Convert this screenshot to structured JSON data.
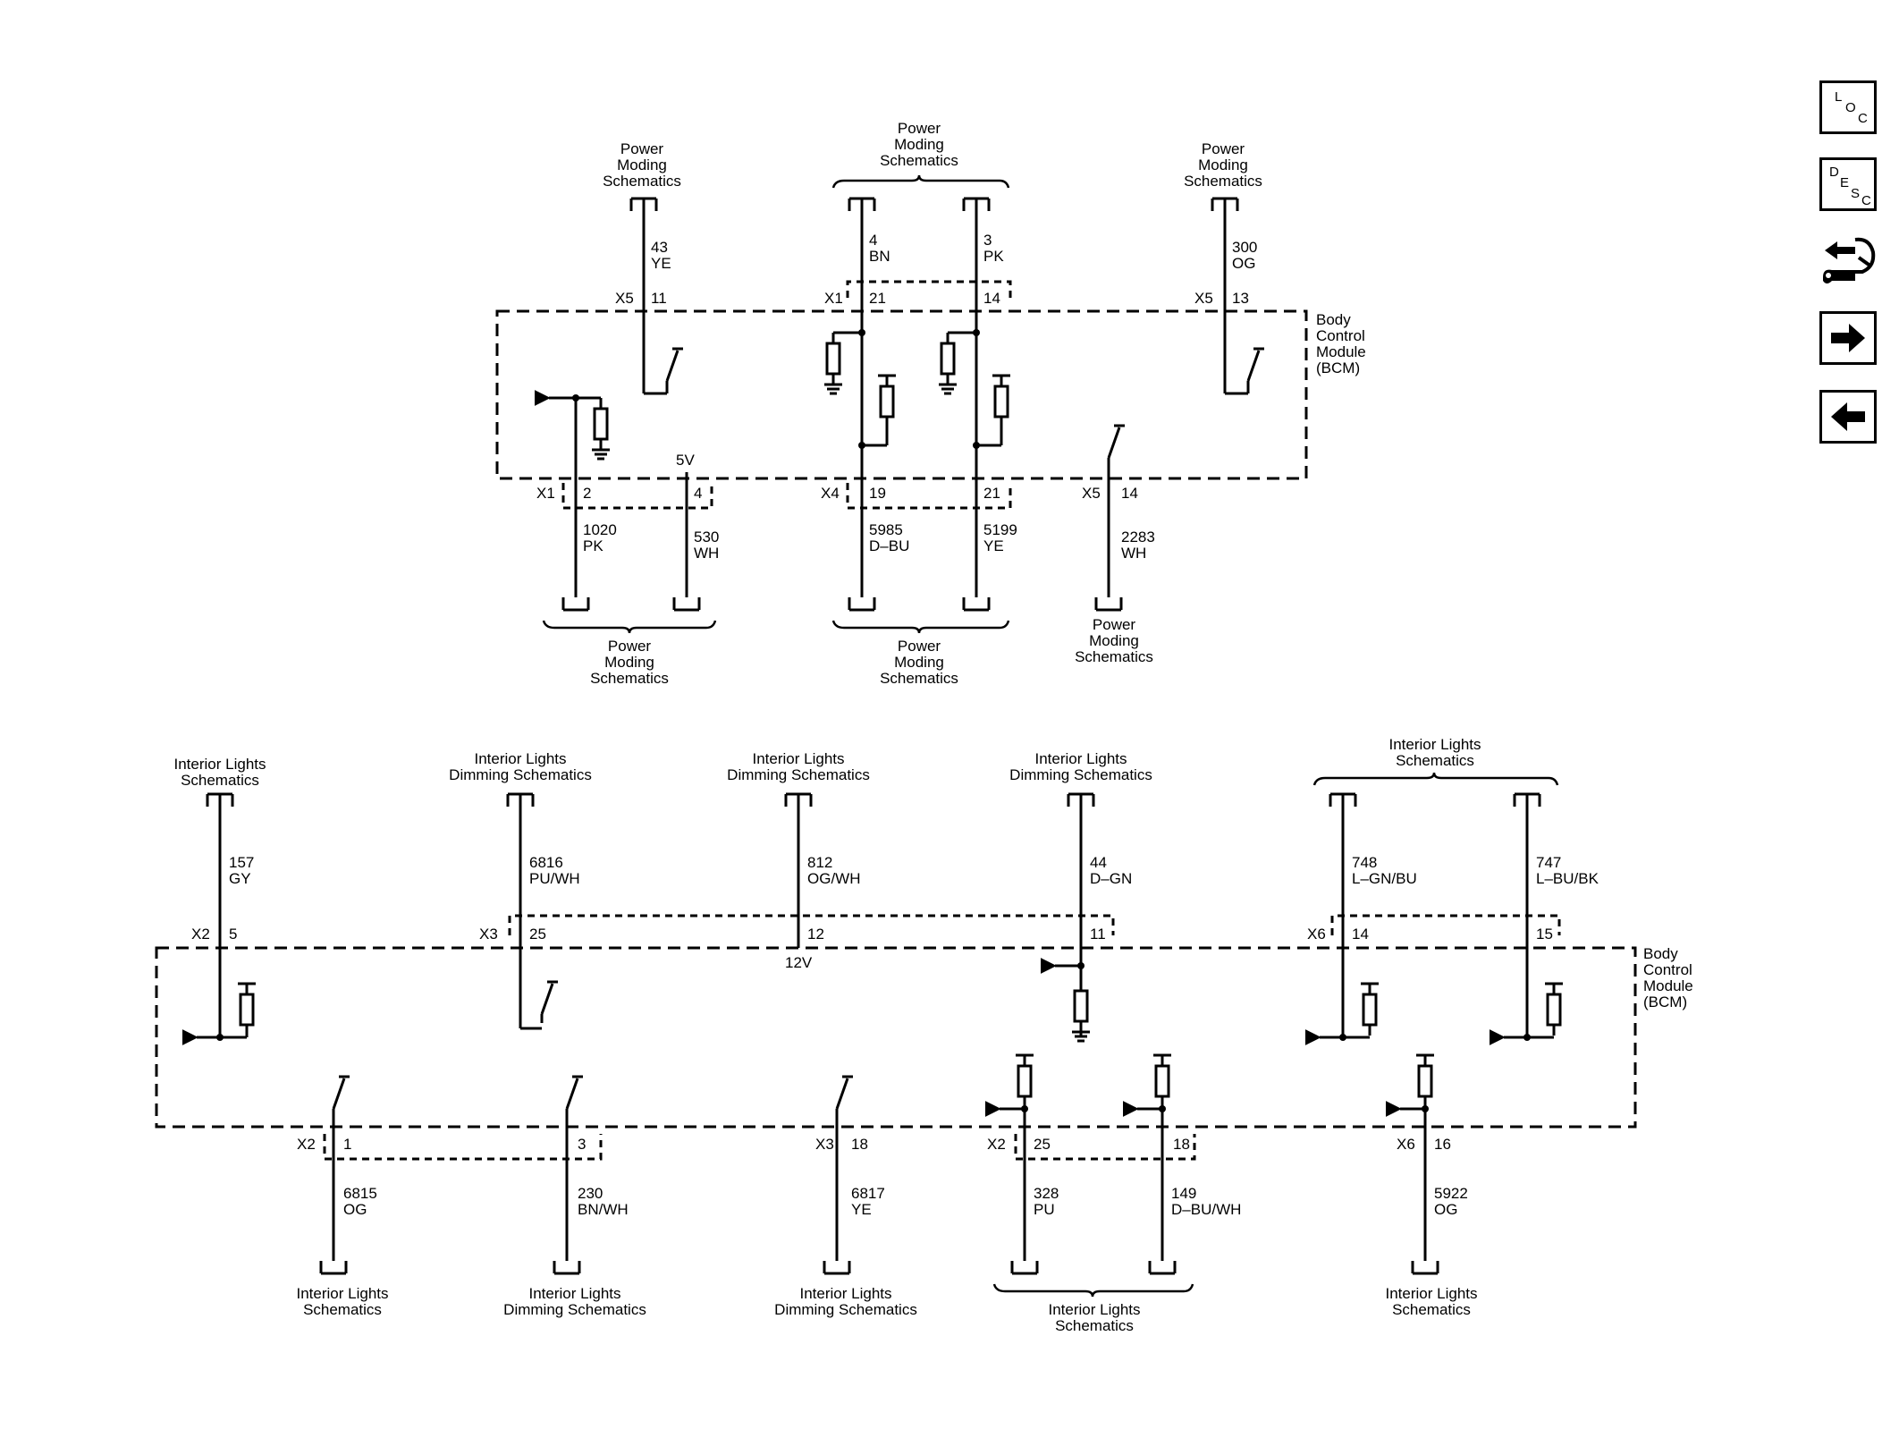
{
  "toolbar": {
    "loc": [
      "L",
      "O",
      "C"
    ],
    "desc": [
      "D",
      "E",
      "S",
      "C"
    ]
  },
  "module": {
    "name": [
      "Body",
      "Control",
      "Module",
      "(BCM)"
    ]
  },
  "targets": {
    "power_moding": [
      "Power",
      "Moding",
      "Schematics"
    ],
    "interior_lights": [
      "Interior Lights",
      "Schematics"
    ],
    "interior_dimming": [
      "Interior Lights",
      "Dimming Schematics"
    ]
  },
  "voltage_labels": {
    "five_volt": "5V",
    "twelve_volt": "12V"
  },
  "top_circuits": [
    {
      "connector": "X5",
      "pin": "11",
      "circuit": "43",
      "color": "YE"
    },
    {
      "connector": "X1",
      "pin": "21",
      "circuit": "4",
      "color": "BN"
    },
    {
      "connector": "",
      "pin": "14",
      "circuit": "3",
      "color": "PK"
    },
    {
      "connector": "X5",
      "pin": "13",
      "circuit": "300",
      "color": "OG"
    }
  ],
  "top_bottom_circuits": [
    {
      "connector": "X1",
      "pin": "2",
      "circuit": "1020",
      "color": "PK"
    },
    {
      "connector": "",
      "pin": "4",
      "circuit": "530",
      "color": "WH"
    },
    {
      "connector": "X4",
      "pin": "19",
      "circuit": "5985",
      "color": "D–BU"
    },
    {
      "connector": "",
      "pin": "21",
      "circuit": "5199",
      "color": "YE"
    },
    {
      "connector": "X5",
      "pin": "14",
      "circuit": "2283",
      "color": "WH"
    }
  ],
  "bottom_top_circuits": [
    {
      "connector": "X2",
      "pin": "5",
      "circuit": "157",
      "color": "GY"
    },
    {
      "connector": "X3",
      "pin": "25",
      "circuit": "6816",
      "color": "PU/WH"
    },
    {
      "connector": "",
      "pin": "12",
      "circuit": "812",
      "color": "OG/WH"
    },
    {
      "connector": "",
      "pin": "11",
      "circuit": "44",
      "color": "D–GN"
    },
    {
      "connector": "X6",
      "pin": "14",
      "circuit": "748",
      "color": "L–GN/BU"
    },
    {
      "connector": "",
      "pin": "15",
      "circuit": "747",
      "color": "L–BU/BK"
    }
  ],
  "bottom_bottom_circuits": [
    {
      "connector": "X2",
      "pin": "1",
      "circuit": "6815",
      "color": "OG"
    },
    {
      "connector": "",
      "pin": "3",
      "circuit": "230",
      "color": "BN/WH"
    },
    {
      "connector": "X3",
      "pin": "18",
      "circuit": "6817",
      "color": "YE"
    },
    {
      "connector": "X2",
      "pin": "25",
      "circuit": "328",
      "color": "PU"
    },
    {
      "connector": "",
      "pin": "18",
      "circuit": "149",
      "color": "D–BU/WH"
    },
    {
      "connector": "X6",
      "pin": "16",
      "circuit": "5922",
      "color": "OG"
    }
  ]
}
